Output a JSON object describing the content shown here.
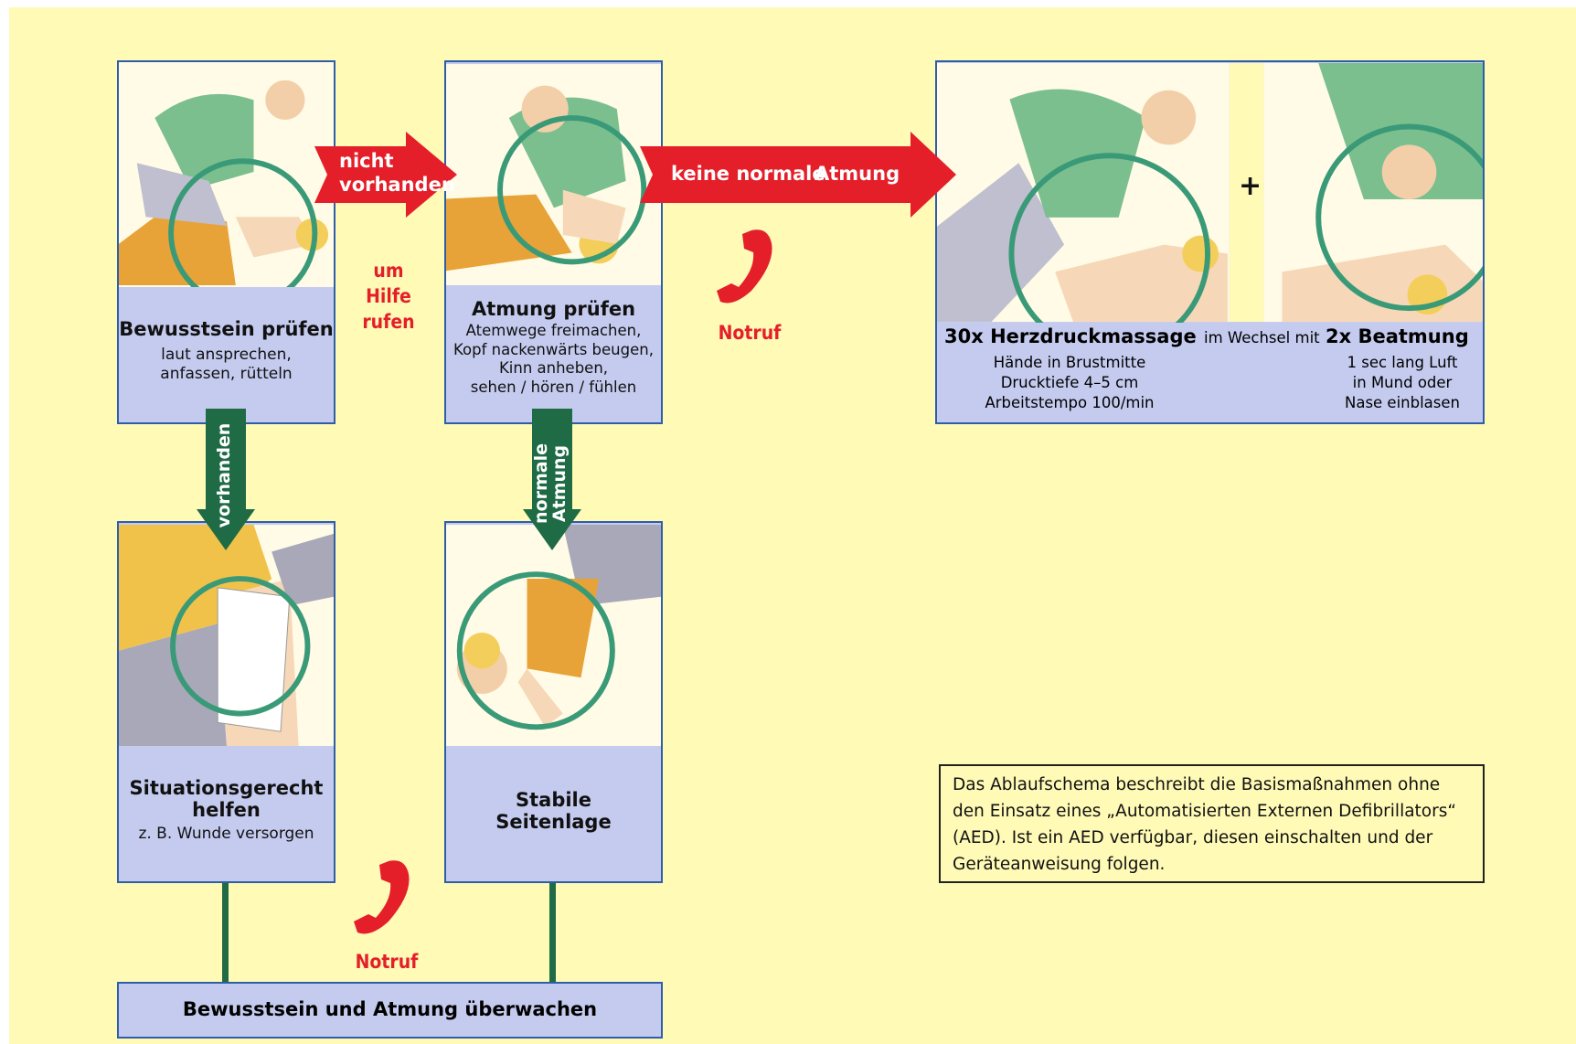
{
  "steps": {
    "consciousness": {
      "title": "Bewusstsein prüfen",
      "sub": "laut ansprechen,\nanfassen, rütteln"
    },
    "breathing": {
      "title": "Atmung prüfen",
      "sub": "Atemwege freimachen,\nKopf nackenwärts beugen,\nKinn anheben,\nsehen / hören / fühlen"
    },
    "help": {
      "title_line1": "Situationsgerecht",
      "title_line2": "helfen",
      "sub": "z. B. Wunde versorgen"
    },
    "recovery": {
      "title_line1": "Stabile",
      "title_line2": "Seitenlage"
    },
    "cpr": {
      "compressions": "30x Herzdruckmassage",
      "alternating": "im Wechsel mit",
      "ventilation": "2x Beatmung",
      "compressions_details": "Hände in Brustmitte\nDrucktiefe 4–5 cm\nArbeitstempo 100/min",
      "ventilation_details": "1 sec lang Luft\nin Mund oder\nNase einblasen",
      "plus": "+"
    },
    "monitor": "Bewusstsein und Atmung überwachen"
  },
  "arrows": {
    "not_present_1": "nicht",
    "not_present_2": "vorhanden",
    "no_normal_breathing_1": "keine normale",
    "no_normal_breathing_2": "Atmung",
    "present": "vorhanden",
    "normal_breathing": "normale\nAtmung"
  },
  "call_for_help": {
    "line1": "um",
    "line2": "Hilfe",
    "line3": "rufen"
  },
  "emergency_call_1": "Notruf",
  "emergency_call_2": "Notruf",
  "aed_note": "Das Ablaufschema beschreibt die Basismaßnahmen ohne den Einsatz eines „Automatisierten Externen Defibrillators“ (AED). Ist ein AED verfügbar, diesen einschalten und der Geräteanweisung folgen.",
  "colors": {
    "background": "#fffab6",
    "box_fill": "#c5cbef",
    "border": "#2e5ea8",
    "red_arrow": "#e41f2a",
    "green_arrow": "#1f6b46"
  },
  "icons": [
    "phone-icon",
    "rescue-illustration"
  ]
}
